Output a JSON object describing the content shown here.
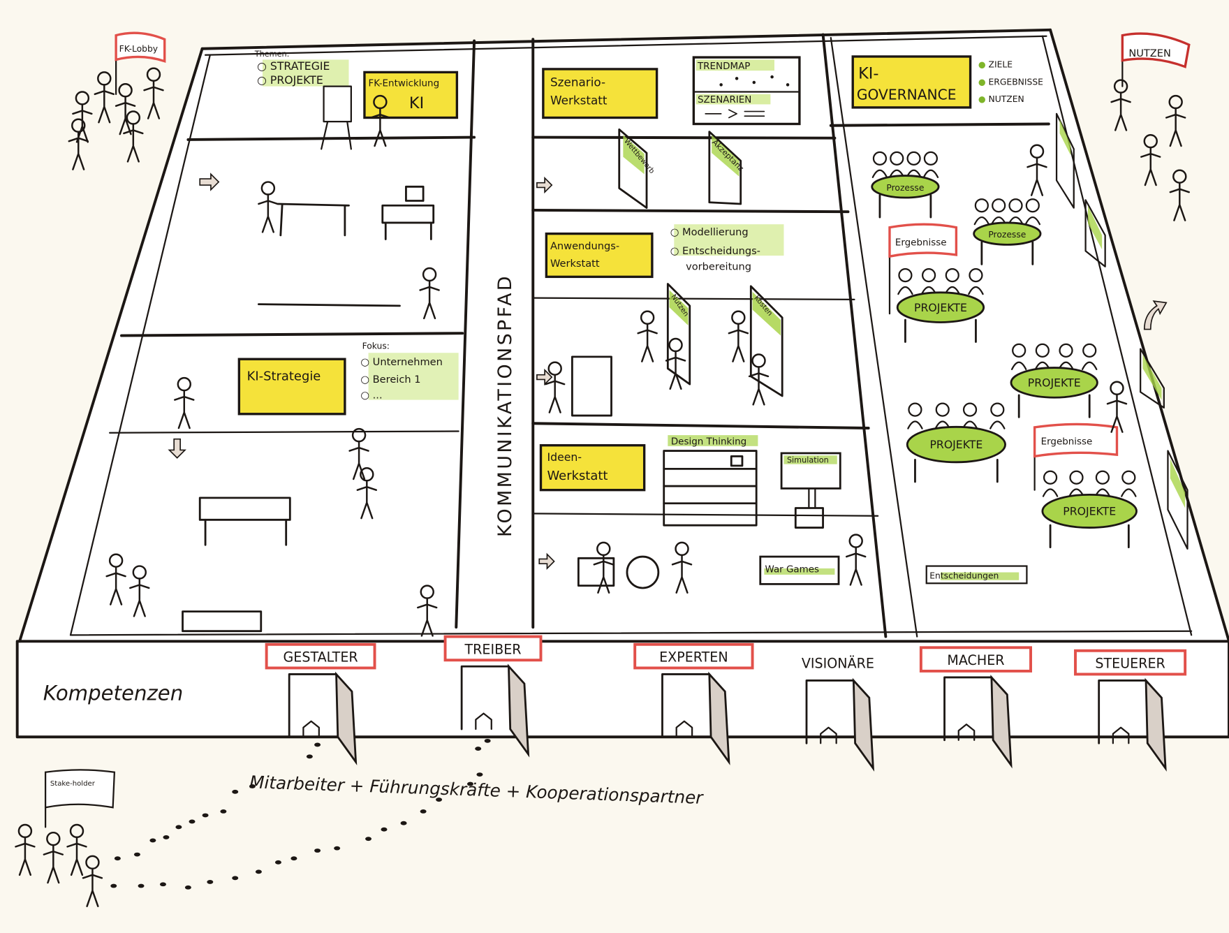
{
  "colors": {
    "paper": "#fbf8ef",
    "ink": "#1c1714",
    "yellow": "#f5e23a",
    "green": "#a9d44a",
    "red": "#e2504a",
    "shade": "#d9d0c8"
  },
  "flags": {
    "fk": "FK-Lobby",
    "nutzen": "NUTZEN",
    "stakeholder": "Stake-holder",
    "ergebnisse_1": "Ergebnisse",
    "ergebnisse_2": "Ergebnisse"
  },
  "left_wing": {
    "themen_title": "Themen:",
    "themen_items": [
      "STRATEGIE",
      "PROJEKTE"
    ],
    "fk_box_line1": "FK-Entwicklung",
    "fk_box_line2": "KI",
    "strategy_box": "KI-Strategie",
    "fokus_title": "Fokus:",
    "fokus_items": [
      "Unternehmen",
      "Bereich 1",
      "..."
    ]
  },
  "communication_path": "KOMMUNIKATIONSPFAD",
  "middle_wing": {
    "szenario_line1": "Szenario-",
    "szenario_line2": "Werkstatt",
    "trendmap": "TRENDMAP",
    "szenarien": "SZENARIEN",
    "board_wettbewerb": "Wettbewerb",
    "board_akzeptanz": "Akzeptanz",
    "anwendung_line1": "Anwendungs-",
    "anwendung_line2": "Werkstatt",
    "anwendung_items": [
      "Modellierung",
      "Entscheidungs-",
      "vorbereitung"
    ],
    "board_nutzen": "Nutzen",
    "board_kosten": "Kosten",
    "ideen_line1": "Ideen-",
    "ideen_line2": "Werkstatt",
    "design_thinking": "Design Thinking",
    "simulation": "Simulation",
    "war_games": "War Games"
  },
  "right_wing": {
    "governance_line1": "KI-",
    "governance_line2": "GOVERNANCE",
    "governance_items": [
      "ZIELE",
      "ERGEBNISSE",
      "NUTZEN"
    ],
    "tables": [
      "Prozesse",
      "Prozesse",
      "PROJEKTE",
      "PROJEKTE",
      "PROJEKTE",
      "PROJEKTE"
    ],
    "entscheidungen": "Entscheidungen"
  },
  "front": {
    "kompetenzen": "Kompetenzen",
    "roles": [
      "GESTALTER",
      "TREIBER",
      "EXPERTEN",
      "VISIONÄRE",
      "MACHER",
      "STEUERER"
    ]
  },
  "path_caption": "Mitarbeiter + Führungskräfte + Kooperationspartner"
}
